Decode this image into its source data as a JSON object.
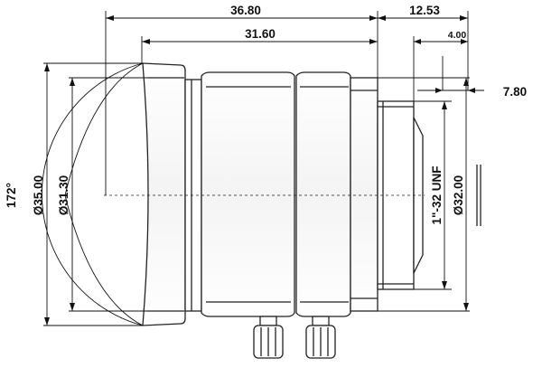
{
  "dimensions": {
    "overall_length": "36.80",
    "body_length": "31.60",
    "flange_offset": "12.53",
    "thread_length": "4.00",
    "back_clearance": "7.80",
    "field_of_view": "172°",
    "front_diameter": "Ø35.00",
    "glass_diameter": "Ø31.30",
    "mount_thread": "1\"-32 UNF",
    "mount_diameter": "Ø32.00"
  },
  "colors": {
    "line": "#111111",
    "body_fill": "#ffffff",
    "ring_shade": "#e8e8e8"
  }
}
